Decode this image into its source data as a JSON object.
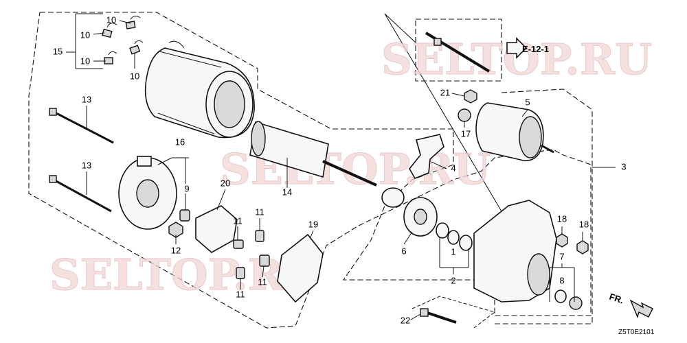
{
  "watermark": {
    "text": "SELTOP.RU"
  },
  "diagram": {
    "reference": {
      "label": "E-12-1"
    },
    "direction": {
      "label": "FR."
    },
    "code": "Z5T0E2101",
    "callouts": [
      {
        "id": "c10a",
        "label": "10"
      },
      {
        "id": "c10b",
        "label": "10"
      },
      {
        "id": "c10c",
        "label": "10"
      },
      {
        "id": "c10d",
        "label": "10"
      },
      {
        "id": "c15",
        "label": "15"
      },
      {
        "id": "c13a",
        "label": "13"
      },
      {
        "id": "c13b",
        "label": "13"
      },
      {
        "id": "c16",
        "label": "16"
      },
      {
        "id": "c9",
        "label": "9"
      },
      {
        "id": "c20",
        "label": "20"
      },
      {
        "id": "c14",
        "label": "14"
      },
      {
        "id": "c12",
        "label": "12"
      },
      {
        "id": "c11a",
        "label": "11"
      },
      {
        "id": "c11b",
        "label": "11"
      },
      {
        "id": "c11c",
        "label": "11"
      },
      {
        "id": "c11d",
        "label": "11"
      },
      {
        "id": "c19",
        "label": "19"
      },
      {
        "id": "c6",
        "label": "6"
      },
      {
        "id": "c1",
        "label": "1"
      },
      {
        "id": "c2",
        "label": "2"
      },
      {
        "id": "c4",
        "label": "4"
      },
      {
        "id": "c21",
        "label": "21"
      },
      {
        "id": "c17",
        "label": "17"
      },
      {
        "id": "c5",
        "label": "5"
      },
      {
        "id": "c3",
        "label": "3"
      },
      {
        "id": "c18a",
        "label": "18"
      },
      {
        "id": "c18b",
        "label": "18"
      },
      {
        "id": "c7",
        "label": "7"
      },
      {
        "id": "c8",
        "label": "8"
      },
      {
        "id": "c22",
        "label": "22"
      }
    ]
  }
}
